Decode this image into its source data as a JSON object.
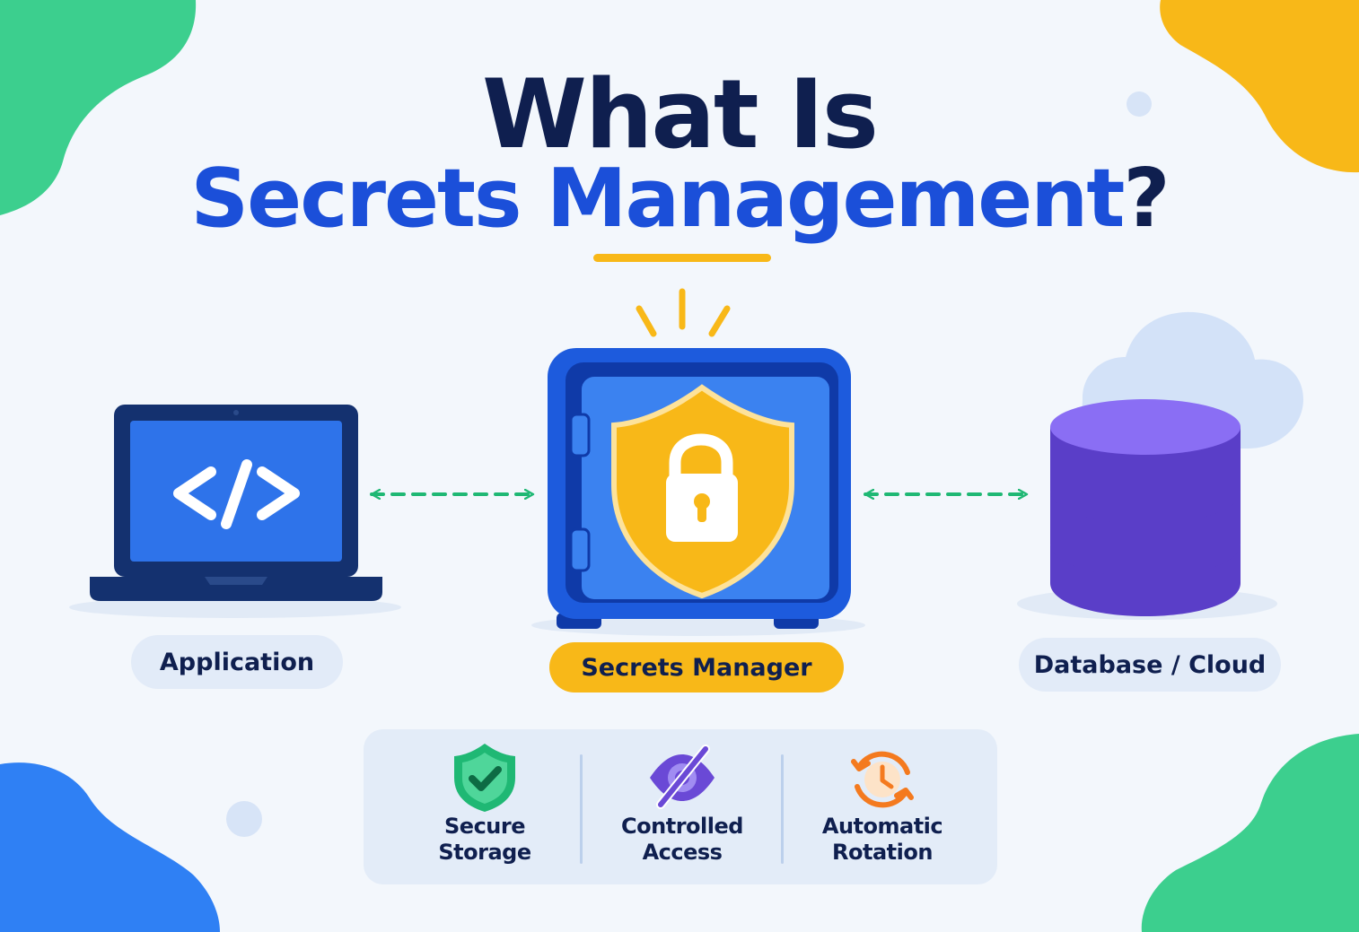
{
  "title": {
    "line1": "What Is",
    "line2_accent": "Secrets Management",
    "line2_end": "?"
  },
  "nodes": {
    "application": "Application",
    "manager": "Secrets Manager",
    "database": "Database / Cloud"
  },
  "features": [
    {
      "label_line1": "Secure",
      "label_line2": "Storage",
      "icon": "shield-check-icon"
    },
    {
      "label_line1": "Controlled",
      "label_line2": "Access",
      "icon": "eye-off-icon"
    },
    {
      "label_line1": "Automatic",
      "label_line2": "Rotation",
      "icon": "rotation-clock-icon"
    }
  ],
  "colors": {
    "navy": "#0f1f4f",
    "accent_blue": "#1b4fd9",
    "yellow": "#f8b818",
    "green": "#1fb874",
    "purple": "#6a49d6",
    "orange": "#f47a1f"
  }
}
